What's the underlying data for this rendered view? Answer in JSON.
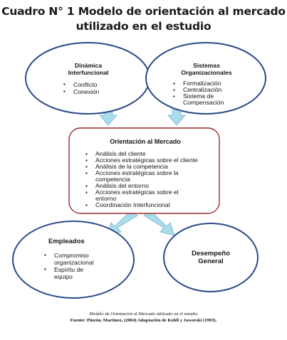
{
  "title": {
    "line1": "Cuadro N° 1 Modelo de orientación al mercado",
    "line2": "utilizado en el estudio"
  },
  "nodes": {
    "dinamica": {
      "heading_line1": "Dinámica",
      "heading_line2": "Interfuncional",
      "items": [
        "Conflicto",
        "Conexión"
      ]
    },
    "sistemas": {
      "heading_line1": "Sistemas",
      "heading_line2": "Organizacionales",
      "items": [
        "Formalización",
        "Centralización",
        "Sistema de Compensación"
      ]
    },
    "orientacion": {
      "heading": "Orientación al Mercado",
      "items": [
        "Análisis del cliente",
        "Acciones estratégicas sobre el cliente",
        "Análisis de la competencia",
        "Acciones estratégicas sobre la competencia",
        "Análisis del entorno",
        "Acciones estratégicas sobre el entorno",
        "Coordinación Interfuncional"
      ]
    },
    "empleados": {
      "heading": "Empleados",
      "items": [
        "Compromiso organizacional",
        "Espíritu de equipo"
      ]
    },
    "desempeno": {
      "heading_line1": "Desempeño",
      "heading_line2": "General"
    }
  },
  "caption": {
    "line1": "Modelo de Orientación al Mercado utilizado en el estudio",
    "line2": "Fuente: Pinzón, Martínez, (2004) Adaptación de Kohli y Jaworski (1993)."
  },
  "colors": {
    "ellipse_stroke": "#2a4a88",
    "rect_stroke": "#9a2b2b",
    "arrow_fill": "#a9dcec",
    "arrow_stroke": "#79b8cf"
  }
}
